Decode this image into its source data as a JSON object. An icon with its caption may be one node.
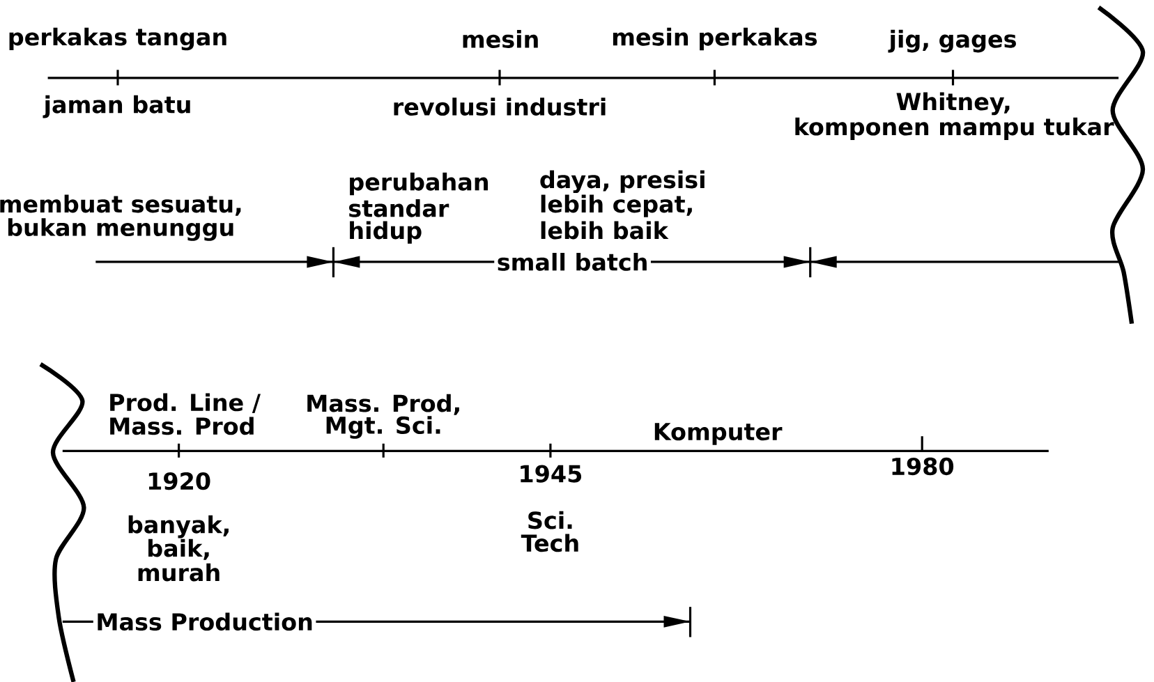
{
  "diagram": {
    "labels": [
      "perkakas tangan",
      "mesin",
      "mesin perkakas",
      "jig, gages",
      "jaman batu",
      "revolusi industri",
      "Whitney,",
      "komponen mampu tukar",
      "membuat sesuatu,",
      "bukan menunggu",
      "perubahan",
      "standar",
      "hidup",
      "daya, presisi",
      "lebih cepat,",
      "lebih baik",
      "small batch",
      "Prod. Line /",
      "Mass. Prod",
      "Mass. Prod,",
      "Mgt. Sci.",
      "Komputer",
      "1920",
      "1945",
      "1980",
      "banyak,",
      "baik,",
      "murah",
      "Sci.",
      "Tech",
      "Mass Production"
    ]
  }
}
